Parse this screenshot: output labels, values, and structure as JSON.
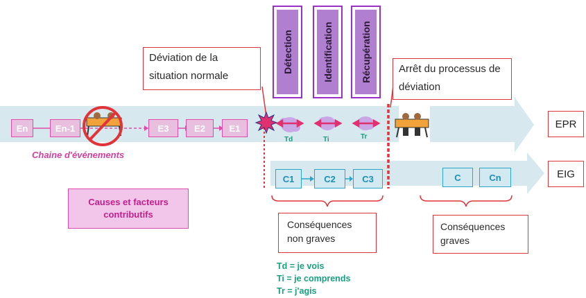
{
  "deviation_label": "Déviation de la situation normale",
  "stop_label": "Arrêt du processus de déviation",
  "chain_label": "Chaine d'événements",
  "causes_label": "Causes et facteurs contributifs",
  "events": [
    "En",
    "En-1",
    "E3",
    "E2",
    "E1"
  ],
  "consequences_mild": [
    "C1",
    "C2",
    "C3"
  ],
  "consequences_severe": [
    "C",
    "Cn"
  ],
  "phases": [
    "Détection",
    "Identification",
    "Récupération"
  ],
  "phase_markers": [
    "Td",
    "Ti",
    "Tr"
  ],
  "outcomes": {
    "top": "EPR",
    "bottom": "EIG"
  },
  "consequences_mild_label": "Conséquences non graves",
  "consequences_severe_label": "Conséquences graves",
  "legend": [
    "Td = je vois",
    "Ti = je comprends",
    "Tr = j'agis"
  ],
  "colors": {
    "pink": "#e04aa8",
    "cyan": "#2aa6c8",
    "purple": "#9b30c6",
    "red": "#e0333a",
    "teal": "#19a07f"
  },
  "icons": [
    "barrier-crossed-icon",
    "barrier-people-icon",
    "burst-icon",
    "cloud-icon"
  ]
}
